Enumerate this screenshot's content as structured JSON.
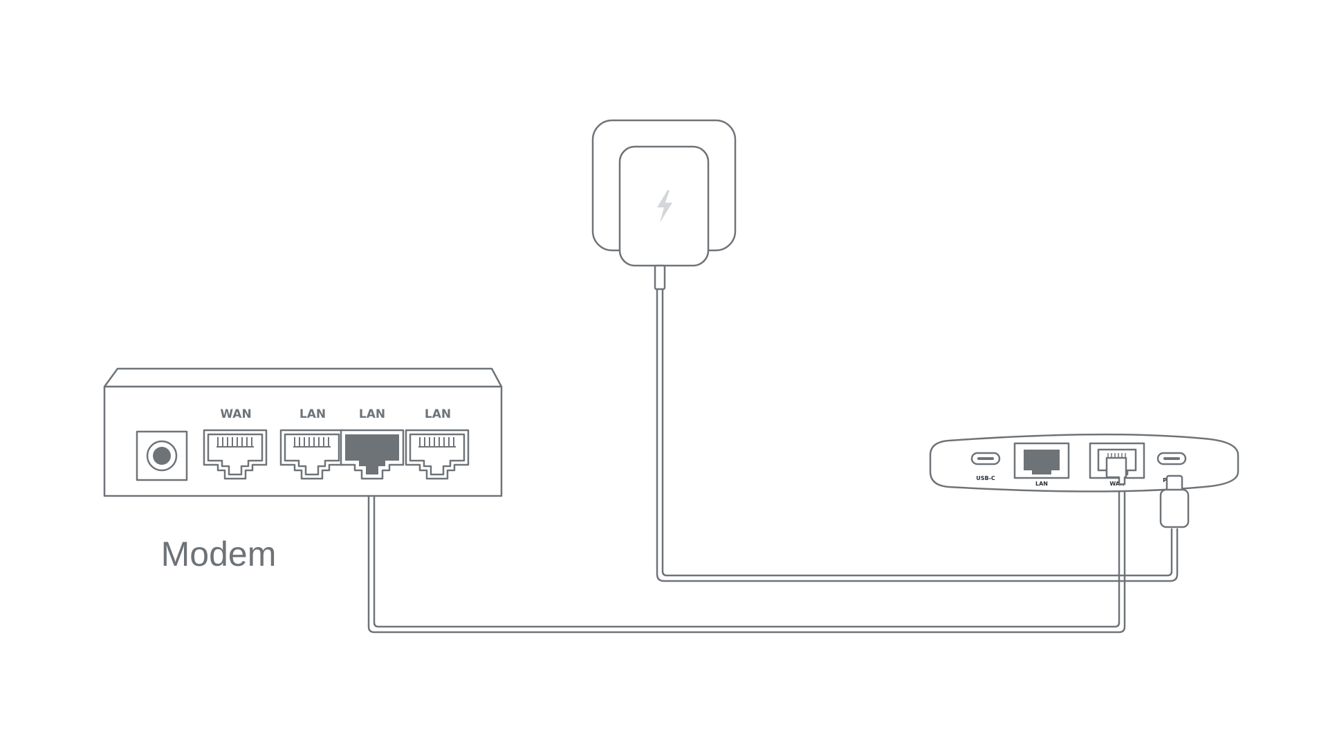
{
  "modem": {
    "title": "Modem",
    "ports": [
      "WAN",
      "LAN",
      "LAN",
      "LAN"
    ]
  },
  "router": {
    "ports": [
      "USB-C",
      "LAN",
      "WAN",
      "P"
    ]
  },
  "colors": {
    "line": "#6e7378",
    "connected_port": "#6e7378",
    "background": "#ffffff"
  },
  "icons": {
    "adapter": "lightning-bolt-icon"
  }
}
